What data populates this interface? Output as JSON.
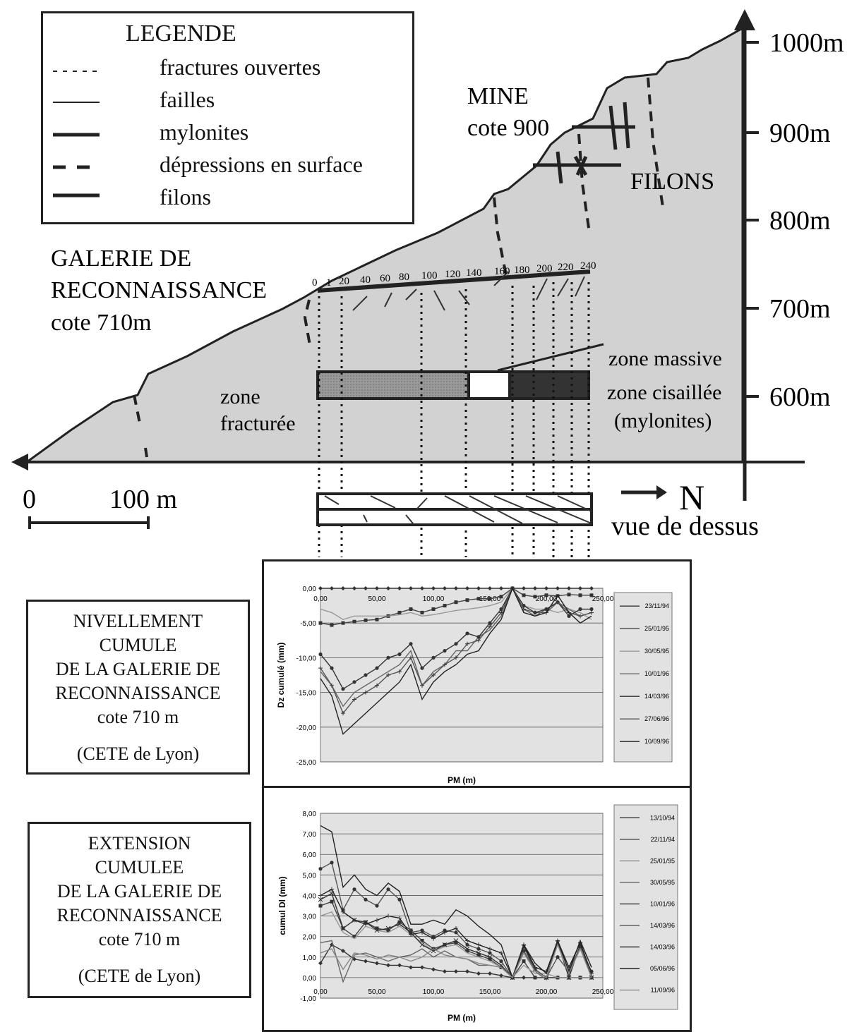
{
  "legend": {
    "title": "LEGENDE",
    "items": [
      {
        "style": "dotted",
        "label": "fractures ouvertes"
      },
      {
        "style": "thin",
        "label": "failles"
      },
      {
        "style": "thick",
        "label": "mylonites"
      },
      {
        "style": "dashed",
        "label": "dépressions en surface"
      },
      {
        "style": "thick",
        "label": "filons"
      }
    ]
  },
  "section": {
    "galerie_lines": [
      "GALERIE DE",
      "RECONNAISSANCE",
      "cote 710m"
    ],
    "mine_lines": [
      "MINE",
      "cote 900"
    ],
    "filons": "FILONS",
    "zone_fracturee_lines": [
      "zone",
      "fracturée"
    ],
    "zone_massive": "zone massive",
    "zone_cisaillee_lines": [
      "zone cisaillée",
      "(mylonites)"
    ],
    "altitudes": [
      "1000m",
      "900m",
      "800m",
      "700m",
      "600m"
    ],
    "pm_labels": [
      "0",
      "1",
      "20",
      "40",
      "60",
      "80",
      "100",
      "120",
      "140",
      "160",
      "180",
      "200",
      "220",
      "240"
    ],
    "scale": {
      "start": "0",
      "end": "100 m"
    },
    "north": "N",
    "vue": "vue de dessus"
  },
  "box_nivellement": [
    "NIVELLEMENT",
    "CUMULE",
    "DE LA GALERIE DE",
    "RECONNAISSANCE",
    "cote 710 m",
    "(CETE de Lyon)"
  ],
  "box_extension": [
    "EXTENSION",
    "CUMULEE",
    "DE LA GALERIE DE",
    "RECONNAISSANCE",
    "cote 710 m",
    "(CETE de Lyon)"
  ],
  "chart_data": [
    {
      "type": "line",
      "xlabel": "PM (m)",
      "ylabel": "Dz cumulé (mm)",
      "xlim": [
        0,
        250
      ],
      "ylim": [
        -25,
        0
      ],
      "x_ticks": [
        "0,00",
        "50,00",
        "100,00",
        "150,00",
        "200,00",
        "250,00"
      ],
      "y_ticks": [
        "0,00",
        "-5,00",
        "-10,00",
        "-15,00",
        "-20,00",
        "-25,00"
      ],
      "x": [
        0,
        10,
        20,
        30,
        40,
        50,
        60,
        70,
        80,
        90,
        100,
        110,
        120,
        130,
        140,
        150,
        160,
        170,
        180,
        190,
        200,
        210,
        220,
        230,
        240
      ],
      "series": [
        {
          "name": "23/11/94",
          "values": [
            0,
            0,
            0,
            0,
            0,
            0,
            0,
            0,
            0,
            0,
            0,
            0,
            0,
            0,
            0,
            0,
            0,
            0,
            0,
            0,
            0,
            0,
            0,
            0,
            0
          ]
        },
        {
          "name": "25/01/95",
          "values": [
            -5,
            -5.3,
            -5,
            -4.8,
            -4.6,
            -4.5,
            -4,
            -3.5,
            -3,
            -3.5,
            -3,
            -2.5,
            -2,
            -1.7,
            -1.5,
            -1.5,
            -1.2,
            0,
            -1,
            -1.2,
            -1,
            -1.1,
            -0.9,
            -1,
            -1
          ]
        },
        {
          "name": "30/05/95",
          "values": [
            -3,
            -3.5,
            -4.5,
            -4,
            -4,
            -4,
            -4,
            -3.8,
            -3.5,
            -4,
            -3.8,
            -3.5,
            -3.2,
            -3,
            -2.8,
            -2.5,
            -2,
            0,
            -2.5,
            -3,
            -3,
            -3.5,
            -3,
            -3.5,
            -4.5
          ]
        },
        {
          "name": "10/01/96",
          "values": [
            -12,
            -14,
            -17,
            -15,
            -14,
            -13,
            -12,
            -11,
            -9,
            -14,
            -12,
            -11,
            -9,
            -9,
            -7,
            -6,
            -4,
            0,
            -3,
            -4,
            -3,
            -2,
            -3,
            -4,
            -3.5
          ]
        },
        {
          "name": "14/03/96",
          "values": [
            -9.5,
            -11.5,
            -14.5,
            -13.5,
            -12.5,
            -11.5,
            -10,
            -9.5,
            -8,
            -11.5,
            -10,
            -9,
            -8,
            -6.5,
            -7,
            -5,
            -3,
            0,
            -2.5,
            -3.5,
            -3,
            -2,
            -4,
            -3,
            -3
          ]
        },
        {
          "name": "27/06/96",
          "values": [
            -11.5,
            -14,
            -18,
            -16,
            -15,
            -14,
            -12.5,
            -12,
            -10,
            -14,
            -12.5,
            -11,
            -10,
            -8,
            -7.5,
            -5.5,
            -3.5,
            0,
            -3,
            -3.5,
            -3.5,
            -2,
            -3.5,
            -4,
            -3.5
          ]
        },
        {
          "name": "10/09/96",
          "values": [
            -13,
            -15.5,
            -21,
            -19.5,
            -18,
            -16.5,
            -15,
            -13.5,
            -11,
            -16,
            -13.5,
            -12,
            -11,
            -9.5,
            -9,
            -6.5,
            -4.5,
            0,
            -3.5,
            -4,
            -3.5,
            -1,
            -3.5,
            -5,
            -4
          ]
        }
      ]
    },
    {
      "type": "line",
      "xlabel": "PM (m)",
      "ylabel": "cumul Dl (mm)",
      "xlim": [
        0,
        250
      ],
      "ylim": [
        -1,
        8
      ],
      "x_ticks": [
        "0,00",
        "50,00",
        "100,00",
        "150,00",
        "200,00",
        "250,00"
      ],
      "y_ticks": [
        "8,00",
        "7,00",
        "6,00",
        "5,00",
        "4,00",
        "3,00",
        "2,00",
        "1,00",
        "0,00",
        "-1,00"
      ],
      "x": [
        0,
        10,
        20,
        30,
        40,
        50,
        60,
        70,
        80,
        90,
        100,
        110,
        120,
        130,
        140,
        150,
        160,
        170,
        180,
        190,
        200,
        210,
        220,
        230,
        240
      ],
      "series": [
        {
          "name": "13/10/94",
          "values": [
            0.7,
            1.6,
            1.3,
            0.9,
            0.8,
            0.7,
            0.6,
            0.6,
            0.5,
            0.5,
            0.4,
            0.3,
            0.3,
            0.3,
            0.2,
            0.2,
            0.1,
            0,
            0,
            0,
            0,
            0,
            0,
            0,
            0
          ]
        },
        {
          "name": "22/11/94",
          "values": [
            3.5,
            3.7,
            2.4,
            2,
            2.7,
            2.4,
            2.3,
            2.7,
            2.3,
            1.8,
            1.4,
            1.6,
            1.7,
            1.3,
            1.1,
            0.9,
            0.5,
            0,
            0.8,
            0,
            0,
            0,
            0,
            0,
            0
          ]
        },
        {
          "name": "25/01/95",
          "values": [
            3,
            3.2,
            2.2,
            1.9,
            2.5,
            2.3,
            2.2,
            2.5,
            2.1,
            1.7,
            1.3,
            1.5,
            1.6,
            1.2,
            1,
            0.8,
            0.5,
            0,
            0.6,
            0.2,
            0.2,
            0,
            0,
            0,
            0
          ]
        },
        {
          "name": "30/05/95",
          "values": [
            1.7,
            1.8,
            -0.2,
            1.1,
            1.2,
            1,
            0.8,
            1,
            1.1,
            1.4,
            1,
            1.3,
            1,
            0.9,
            0.6,
            0.6,
            0.5,
            0,
            1.3,
            0.3,
            -0.1,
            1.8,
            0.1,
            1.6,
            0
          ]
        },
        {
          "name": "10/01/96",
          "values": [
            3.8,
            4.1,
            2.4,
            2.8,
            2.7,
            2.3,
            2.4,
            2.6,
            2.2,
            1.6,
            1.3,
            1.6,
            1.8,
            1.4,
            1.2,
            1,
            0.6,
            0,
            1.5,
            0.4,
            0,
            1.7,
            0,
            1.6,
            0
          ]
        },
        {
          "name": "14/03/96",
          "values": [
            5.3,
            5.6,
            3.3,
            4.3,
            3.8,
            3.5,
            4.3,
            3.8,
            2.2,
            2.3,
            2,
            2.3,
            2.2,
            1.6,
            1.4,
            1.2,
            0.8,
            0,
            1.3,
            0.4,
            0,
            1,
            0.3,
            1.5,
            0.3
          ]
        },
        {
          "name": "14/03/96",
          "values": [
            4,
            4.3,
            3.2,
            2.8,
            2.6,
            2.8,
            3,
            2.9,
            2.1,
            2.2,
            1.9,
            2.2,
            2.4,
            1.8,
            1.6,
            1.4,
            1.2,
            0,
            1.6,
            0.5,
            0.3,
            1.8,
            0.5,
            1.7,
            0.2
          ]
        },
        {
          "name": "05/06/96",
          "values": [
            7.4,
            7.1,
            4.4,
            5,
            4.3,
            4,
            4.6,
            4.2,
            2.6,
            2.6,
            2.8,
            2.6,
            3.3,
            3,
            2.5,
            2.1,
            1.6,
            0,
            1.6,
            0.7,
            0.2,
            1.8,
            0.3,
            1.8,
            0.5
          ]
        },
        {
          "name": "11/09/96",
          "values": [
            1.2,
            1.4,
            0.4,
            1.2,
            1.1,
            0.9,
            1.1,
            1,
            0.8,
            1,
            1.4,
            1.1,
            1,
            0.9,
            0.7,
            0.6,
            0.5,
            0,
            1.2,
            0.3,
            0,
            1.6,
            0.2,
            1.4,
            0
          ]
        }
      ]
    }
  ]
}
